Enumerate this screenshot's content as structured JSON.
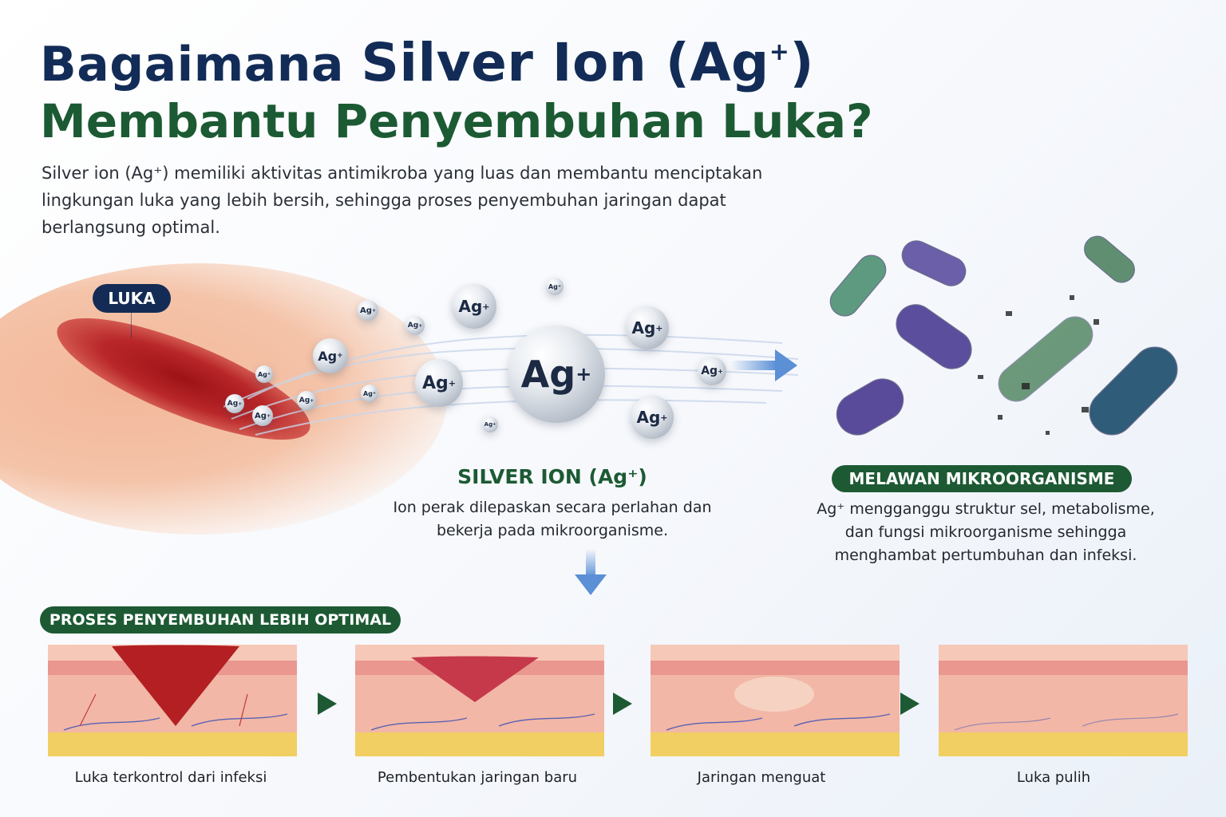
{
  "title": {
    "line1_prefix": "Bagaimana ",
    "line1_highlight": "Silver Ion (Ag",
    "line1_sup": "+",
    "line1_suffix": ")",
    "line2": "Membantu Penyembuhan Luka?"
  },
  "intro": "Silver ion (Ag⁺) memiliki aktivitas antimikroba yang luas dan membantu menciptakan lingkungan luka yang lebih bersih, sehingga proses penyembuhan jaringan dapat berlangsung optimal.",
  "wound": {
    "label": "LUKA"
  },
  "ions": {
    "symbol": "Ag",
    "charge": "+"
  },
  "silver_ion": {
    "heading": "SILVER ION (Ag⁺)",
    "description": "Ion perak dilepaskan secara perlahan dan bekerja pada mikroorganisme."
  },
  "microorganism": {
    "heading": "MELAWAN MIKROORGANISME",
    "description": "Ag⁺ mengganggu struktur sel, metabolisme, dan fungsi mikroorganisme sehingga menghambat pertumbuhan dan infeksi."
  },
  "process": {
    "heading": "PROSES PENYEMBUHAN LEBIH OPTIMAL",
    "steps": [
      {
        "label": "Luka terkontrol dari infeksi"
      },
      {
        "label": "Pembentukan jaringan baru"
      },
      {
        "label": "Jaringan menguat"
      },
      {
        "label": "Luka pulih"
      }
    ]
  },
  "colors": {
    "navy": "#132c57",
    "green": "#1c5a33",
    "badge_green": "#1d5a34",
    "arrow_blue": "#5b8fd6",
    "wound_red": "#b9272a",
    "skin": "#f2b7a6",
    "fat": "#f1cf62"
  },
  "icons": [
    "silver-ion-sphere",
    "arrow-right-icon",
    "arrow-down-icon",
    "bacteria-icon",
    "play-arrow-icon"
  ]
}
